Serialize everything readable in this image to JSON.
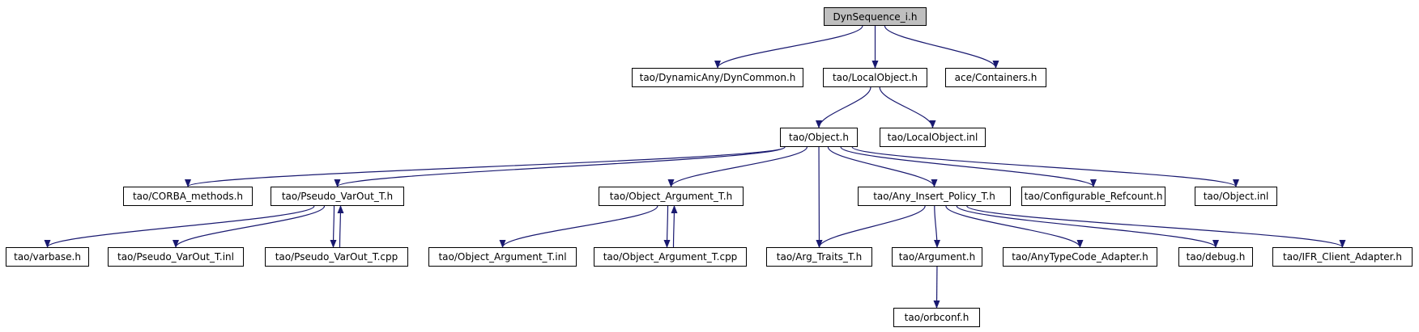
{
  "colors": {
    "edge": "#191970",
    "node_border": "#000000",
    "root_fill": "#bfbfbf"
  },
  "nodes": {
    "root": "DynSequence_i.h",
    "dyncommon": "tao/DynamicAny/DynCommon.h",
    "localobject": "tao/LocalObject.h",
    "containers": "ace/Containers.h",
    "object": "tao/Object.h",
    "localobject_inl": "tao/LocalObject.inl",
    "corba_methods": "tao/CORBA_methods.h",
    "pseudo_varout": "tao/Pseudo_VarOut_T.h",
    "object_argument": "tao/Object_Argument_T.h",
    "any_insert": "tao/Any_Insert_Policy_T.h",
    "configurable_refcount": "tao/Configurable_Refcount.h",
    "object_inl": "tao/Object.inl",
    "varbase": "tao/varbase.h",
    "pseudo_varout_inl": "tao/Pseudo_VarOut_T.inl",
    "pseudo_varout_cpp": "tao/Pseudo_VarOut_T.cpp",
    "object_argument_inl": "tao/Object_Argument_T.inl",
    "object_argument_cpp": "tao/Object_Argument_T.cpp",
    "arg_traits": "tao/Arg_Traits_T.h",
    "argument": "tao/Argument.h",
    "anytypecode_adapter": "tao/AnyTypeCode_Adapter.h",
    "debug": "tao/debug.h",
    "ifr_client_adapter": "tao/IFR_Client_Adapter.h",
    "orbconf": "tao/orbconf.h"
  },
  "edges": [
    [
      "root",
      "dyncommon"
    ],
    [
      "root",
      "localobject"
    ],
    [
      "root",
      "containers"
    ],
    [
      "localobject",
      "object"
    ],
    [
      "localobject",
      "localobject_inl"
    ],
    [
      "object",
      "corba_methods"
    ],
    [
      "object",
      "pseudo_varout"
    ],
    [
      "object",
      "object_argument"
    ],
    [
      "object",
      "arg_traits"
    ],
    [
      "object",
      "any_insert"
    ],
    [
      "object",
      "configurable_refcount"
    ],
    [
      "object",
      "object_inl"
    ],
    [
      "pseudo_varout",
      "varbase"
    ],
    [
      "pseudo_varout",
      "pseudo_varout_inl"
    ],
    [
      "pseudo_varout",
      "pseudo_varout_cpp"
    ],
    [
      "pseudo_varout_cpp",
      "pseudo_varout"
    ],
    [
      "object_argument",
      "object_argument_inl"
    ],
    [
      "object_argument",
      "object_argument_cpp"
    ],
    [
      "object_argument_cpp",
      "object_argument"
    ],
    [
      "any_insert",
      "arg_traits"
    ],
    [
      "any_insert",
      "argument"
    ],
    [
      "any_insert",
      "anytypecode_adapter"
    ],
    [
      "any_insert",
      "debug"
    ],
    [
      "any_insert",
      "ifr_client_adapter"
    ],
    [
      "argument",
      "orbconf"
    ]
  ]
}
